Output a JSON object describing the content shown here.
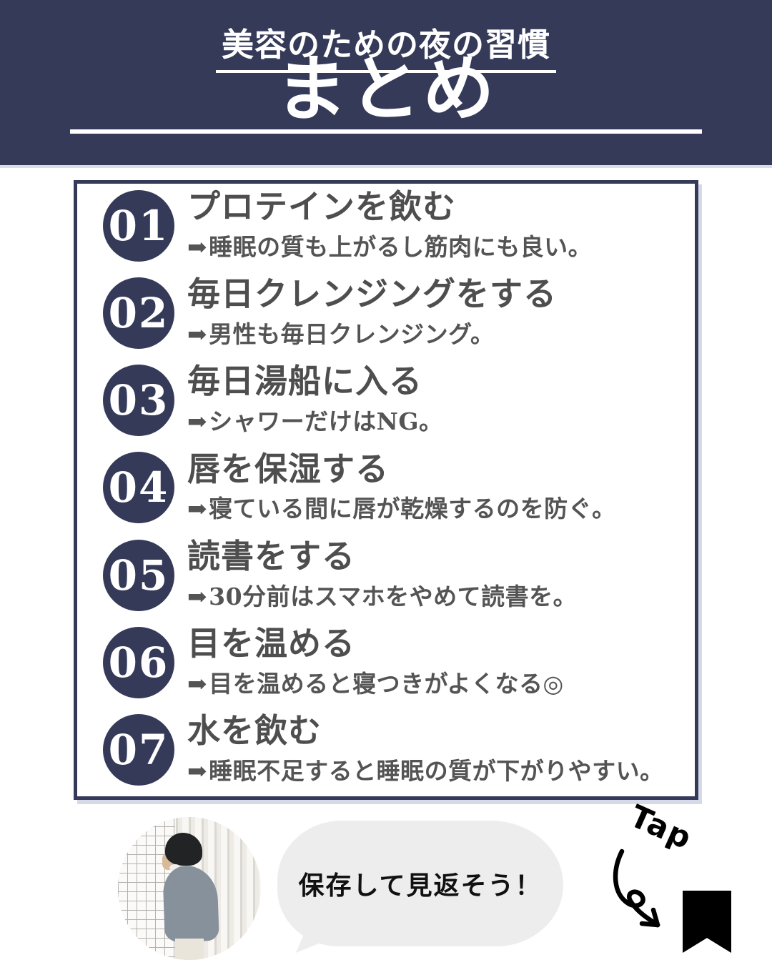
{
  "header": {
    "subtitle": "美容のための夜の習慣",
    "title": "まとめ"
  },
  "items": [
    {
      "num": "01",
      "title": "プロテインを飲む",
      "desc": "睡眠の質も上がるし筋肉にも良い。"
    },
    {
      "num": "02",
      "title": "毎日クレンジングをする",
      "desc": "男性も毎日クレンジング。"
    },
    {
      "num": "03",
      "title": "毎日湯船に入る",
      "desc": "シャワーだけはNG。"
    },
    {
      "num": "04",
      "title": "唇を保湿する",
      "desc": "寝ている間に唇が乾燥するのを防ぐ。"
    },
    {
      "num": "05",
      "title": "読書をする",
      "desc": "30分前はスマホをやめて読書を。"
    },
    {
      "num": "06",
      "title": "目を温める",
      "desc": "目を温めると寝つきがよくなる◎"
    },
    {
      "num": "07",
      "title": "水を飲む",
      "desc": "睡眠不足すると睡眠の質が下がりやすい。"
    }
  ],
  "icons": {
    "desc_arrow": "➡",
    "bookmark": "black-ribbon-bookmark",
    "tap_arrow": "curved-doodle-arrow"
  },
  "footer": {
    "bubble_text": "保存して見返そう！",
    "tap_label": "Tap",
    "avatar_description": "man with black hair in gray cardigan seen in profile against white lattice wall"
  },
  "colors": {
    "navy": "#353a59",
    "text_gray": "#4e4e4e",
    "bubble_gray": "#ededed",
    "white": "#ffffff",
    "black": "#000000"
  }
}
